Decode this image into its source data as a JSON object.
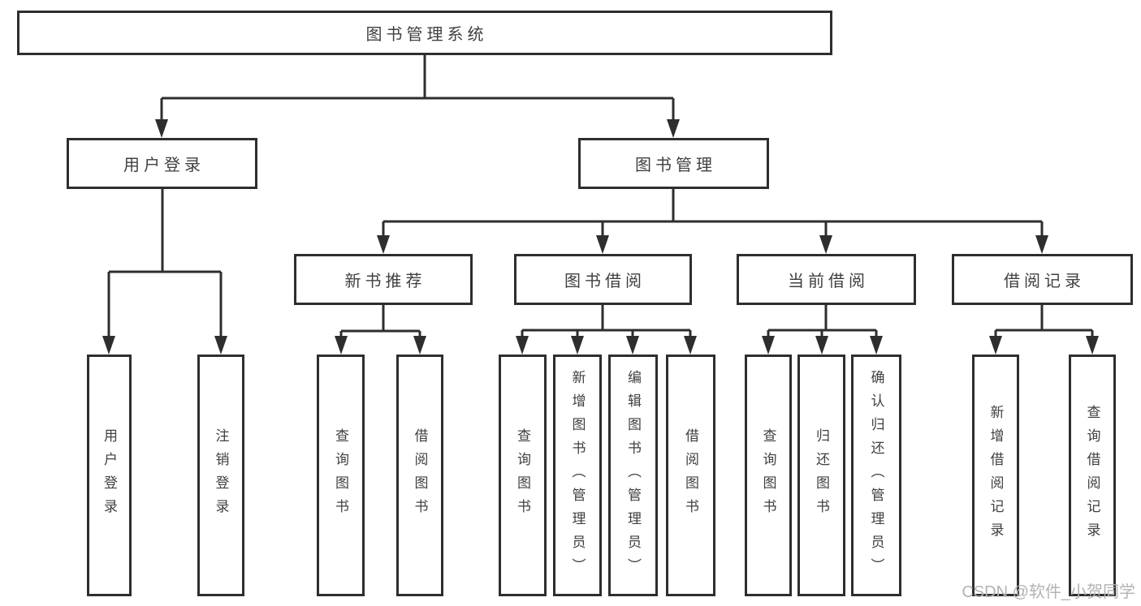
{
  "tree": {
    "label": "图书管理系统",
    "children": [
      {
        "label": "用户登录",
        "children": [
          {
            "label": "用户登录"
          },
          {
            "label": "注销登录"
          }
        ]
      },
      {
        "label": "图书管理",
        "children": [
          {
            "label": "新书推荐",
            "children": [
              {
                "label": "查询图书"
              },
              {
                "label": "借阅图书"
              }
            ]
          },
          {
            "label": "图书借阅",
            "children": [
              {
                "label": "查询图书"
              },
              {
                "label": "新增图书（管理员）"
              },
              {
                "label": "编辑图书（管理员）"
              },
              {
                "label": "借阅图书"
              }
            ]
          },
          {
            "label": "当前借阅",
            "children": [
              {
                "label": "查询图书"
              },
              {
                "label": "归还图书"
              },
              {
                "label": "确认归还（管理员）"
              }
            ]
          },
          {
            "label": "借阅记录",
            "children": [
              {
                "label": "新增借阅记录"
              },
              {
                "label": "查询借阅记录"
              }
            ]
          }
        ]
      }
    ]
  },
  "watermark": "CSDN @软件_小贺同学",
  "colors": {
    "line": "#2e2e2e",
    "text": "#404040",
    "watermark": "#b3b3b3"
  }
}
